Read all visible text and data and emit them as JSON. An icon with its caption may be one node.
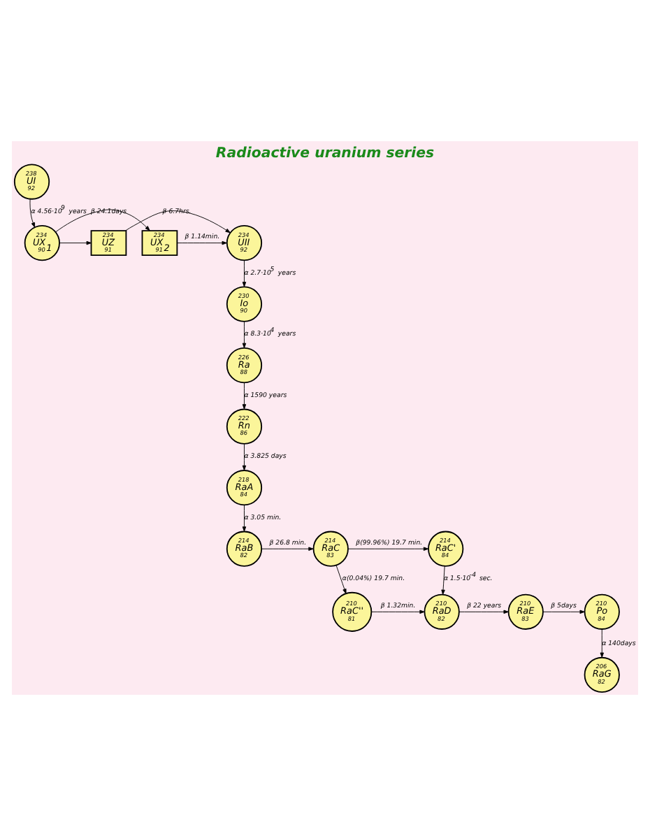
{
  "diagram": {
    "title": "Radioactive uranium series",
    "nodes": [
      {
        "text": [
          "238",
          "UI",
          "92"
        ]
      },
      {
        "text": [
          "234",
          "UX$_{1}$",
          "90"
        ]
      },
      {
        "text": [
          "234",
          "UX$_{2}$",
          "91"
        ]
      },
      {
        "text": [
          "234",
          "UZ",
          "91"
        ]
      },
      {
        "text": [
          "234",
          "UII",
          "92"
        ]
      },
      {
        "text": [
          "230",
          "Io",
          "90"
        ]
      },
      {
        "text": [
          "226",
          "Ra",
          "88"
        ]
      },
      {
        "text": [
          "222",
          "Rn",
          "86"
        ]
      },
      {
        "text": [
          "218",
          "RaA",
          "84"
        ]
      },
      {
        "text": [
          "214",
          "RaB",
          "82"
        ]
      },
      {
        "text": [
          "214",
          "RaC",
          "83"
        ]
      },
      {
        "text": [
          "214",
          "RaC'",
          "84"
        ]
      },
      {
        "text": [
          "210",
          "RaC''",
          "81"
        ]
      },
      {
        "text": [
          "210",
          "RaD",
          "82"
        ]
      },
      {
        "text": [
          "210",
          "RaE",
          "83"
        ]
      },
      {
        "text": [
          "210",
          "Po",
          "84"
        ]
      },
      {
        "text": [
          "206",
          "RaG",
          "82"
        ]
      }
    ],
    "edges": [
      {
        "from": 0,
        "to": 1,
        "arrow": "to",
        "label": "α 4.56·10$^{9}$ years"
      },
      {
        "from": 1,
        "to": 2,
        "arrow": "to",
        "label": "β 24.1days"
      },
      {
        "from": 1,
        "to": 3,
        "arrow": "to"
      },
      {
        "from": 2,
        "to": 4,
        "arrow": "to",
        "label": "β 1.14min."
      },
      {
        "from": 3,
        "to": 4,
        "arrow": "to",
        "label": "β 6.7hrs."
      },
      {
        "from": 4,
        "to": 5,
        "arrow": "to",
        "label": "α 2.7·10$^{5}$ years"
      },
      {
        "from": 5,
        "to": 6,
        "arrow": "to",
        "label": "α 8.3·10$^{4}$ years"
      },
      {
        "from": 6,
        "to": 7,
        "arrow": "to",
        "label": "α 1590 years"
      },
      {
        "from": 7,
        "to": 8,
        "arrow": "to",
        "label": "α 3.825 days"
      },
      {
        "from": 8,
        "to": 9,
        "arrow": "to",
        "label": "α 3.05 min."
      },
      {
        "from": 9,
        "to": 10,
        "arrow": "to",
        "label": "β 26.8 min."
      },
      {
        "from": 10,
        "to": 11,
        "arrow": "to",
        "label": "β(99.96%) 19.7 min."
      },
      {
        "from": 10,
        "to": 12,
        "arrow": "to",
        "label": "α(0.04%) 19.7 min."
      },
      {
        "from": 11,
        "to": 13,
        "arrow": "to",
        "label": "α 1.5·10$^{-4}$ sec."
      },
      {
        "from": 12,
        "to": 13,
        "arrow": "to",
        "label": "β 1.32min."
      },
      {
        "from": 13,
        "to": 14,
        "arrow": "to",
        "label": "β 22 years"
      },
      {
        "from": 14,
        "to": 15,
        "arrow": "to",
        "label": "β 5days"
      },
      {
        "from": 15,
        "to": 16,
        "arrow": "to",
        "label": "α 140days"
      }
    ]
  }
}
